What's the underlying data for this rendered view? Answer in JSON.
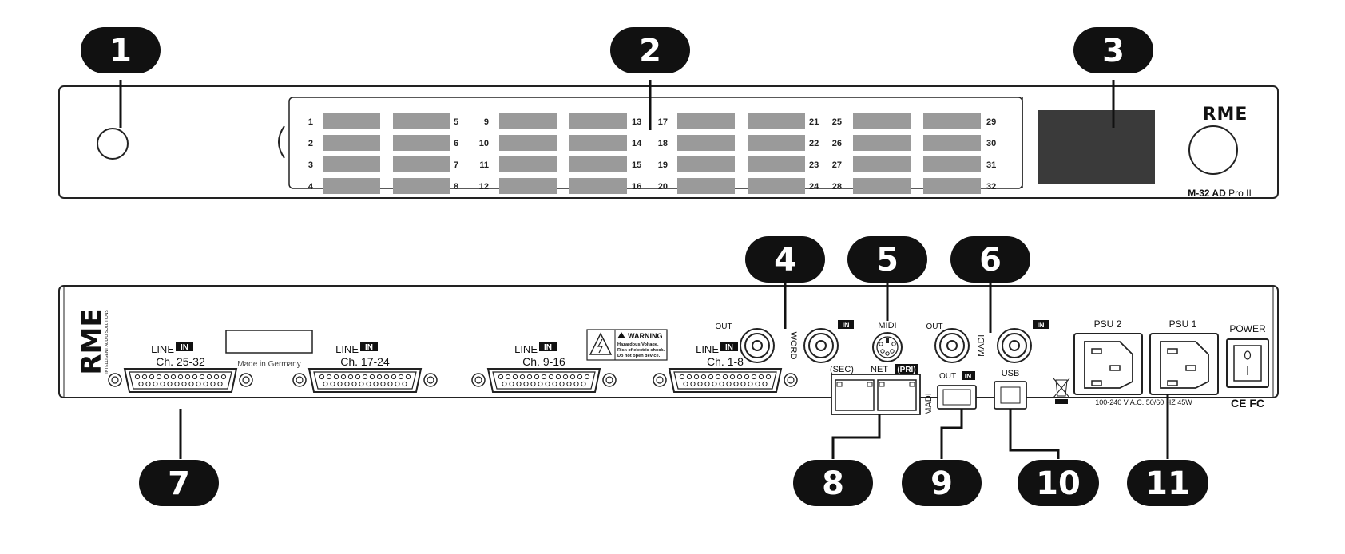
{
  "callouts": [
    "1",
    "2",
    "3",
    "4",
    "5",
    "6",
    "7",
    "8",
    "9",
    "10",
    "11"
  ],
  "front": {
    "brand": "RME",
    "model_bold": "M-32 AD",
    "model_light": " Pro II",
    "channel_labels": {
      "col1": [
        "1",
        "2",
        "3",
        "4"
      ],
      "col2": [
        "5",
        "6",
        "7",
        "8"
      ],
      "col3": [
        "9",
        "10",
        "11",
        "12"
      ],
      "col4": [
        "13",
        "14",
        "15",
        "16"
      ],
      "col5": [
        "17",
        "18",
        "19",
        "20"
      ],
      "col6": [
        "21",
        "22",
        "23",
        "24"
      ],
      "col7": [
        "25",
        "26",
        "27",
        "28"
      ],
      "col8": [
        "29",
        "30",
        "31",
        "32"
      ]
    }
  },
  "rear": {
    "brand_side": "RME",
    "brand_sub": "INTELLIGENT AUDIO SOLUTIONS",
    "made_in": "Made in Germany",
    "line_word": "LINE",
    "in_badge": "IN",
    "dsub_groups": [
      "Ch. 25-32",
      "Ch. 17-24",
      "Ch. 9-16",
      "Ch. 1-8"
    ],
    "warning_title": "WARNING",
    "warning_lines": [
      "Hazardous Voltage.",
      "Risk of electric shock.",
      "Do not open device."
    ],
    "word_out": "OUT",
    "word_label": "WORD",
    "word_in": "IN",
    "midi_label": "MIDI",
    "madi_out": "OUT",
    "madi_label": "MADI",
    "madi_in": "IN",
    "net_sec": "(SEC)",
    "net_label": "NET",
    "net_pri": "(PRI)",
    "madi_opt_label": "MADI",
    "madi_opt_out": "OUT",
    "madi_opt_in": "IN",
    "usb_label": "USB",
    "psu2": "PSU 2",
    "psu1": "PSU 1",
    "power_label": "POWER",
    "voltage": "100-240 V A.C. 50/60 HZ  45W",
    "certs": "CE FC"
  }
}
